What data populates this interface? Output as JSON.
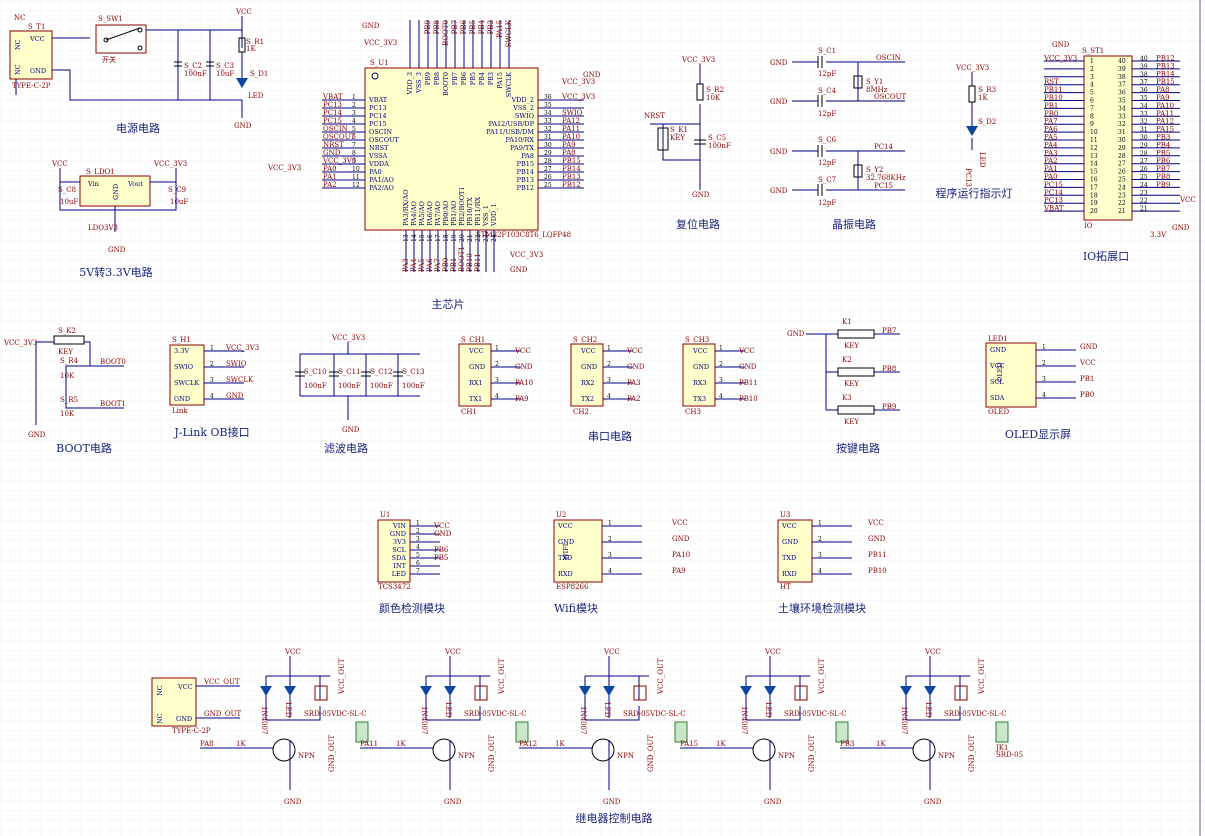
{
  "captions": {
    "power": "电源电路",
    "ldo": "5V转3.3V电路",
    "mcu": "主芯片",
    "reset": "复位电路",
    "crystal": "晶振电路",
    "indicator": "程序运行指示灯",
    "io": "IO拓展口",
    "boot": "BOOT电路",
    "jlink": "J-Link OB接口",
    "filter": "滤波电路",
    "uart": "串口电路",
    "keys": "按键电路",
    "oled": "OLED显示屏",
    "color": "颜色检测模块",
    "wifi": "Wifi模块",
    "soil": "土壤环境检测模块",
    "relay": "继电器控制电路"
  },
  "nets": {
    "vcc": "VCC",
    "gnd": "GND",
    "vcc3v3": "VCC_3V3",
    "vcc_out": "VCC_OUT",
    "gnd_out": "GND_OUT",
    "nrst": "NRST",
    "oscin": "OSCIN",
    "oscout": "OSCOUT",
    "pc14": "PC14",
    "pc15": "PC15",
    "swio": "SWIO",
    "swclk": "SWCLK",
    "boot0": "BOOT0",
    "boot1": "BOOT1",
    "v33": "3.3V",
    "npn": "NPN",
    "r1k": "1K"
  },
  "power": {
    "t1": "S_T1",
    "t1_type": "TYPE-C-2P",
    "t1_nc": "NC",
    "t1_vcc": "VCC",
    "t1_gnd": "GND",
    "sw1": "S_SW1",
    "sw1_label": "开关",
    "c2": "S_C2",
    "c2_val": "100nF",
    "c3": "S_C3",
    "c3_val": "10uF",
    "r1": "S_R1",
    "r1_val": "1K",
    "d1": "S_D1",
    "d1_val": "LED"
  },
  "ldo": {
    "name": "S_LDO1",
    "part": "LDO3V3",
    "vin": "Vin",
    "vout": "Vout",
    "gnd": "GND",
    "c8": "S_C8",
    "c8_val": "10uF",
    "c9": "S_C9",
    "c9_val": "10uF"
  },
  "mcu": {
    "ref": "S_U1",
    "part": "STM32F103C8T6_LQFP48",
    "top_pins": [
      "VDD_3",
      "VSS_3",
      "PB9",
      "PB8",
      "BOOT0",
      "PB7",
      "PB6",
      "PB5",
      "PB4",
      "PB3",
      "PA15",
      "SWCLK"
    ],
    "top_nets": [
      "",
      "",
      "PB9",
      "PB8",
      "BOOT0",
      "PB7",
      "PB6",
      "PB5",
      "PB4",
      "PB3",
      "PA15",
      "SWCLK"
    ],
    "left_pins": [
      "VBAT",
      "PC13",
      "PC14",
      "PC15",
      "OSCIN",
      "OSCOUT",
      "NRST",
      "VSSA",
      "VDDA",
      "PA0",
      "PA1/AO",
      "PA2/AO"
    ],
    "left_nets": [
      "VBAT",
      "PC13",
      "PC14",
      "PC15",
      "OSCIN",
      "OSCOUT",
      "NRST",
      "GND",
      "VCC_3V3",
      "PA0",
      "PA1",
      "PA2"
    ],
    "left_nums": [
      "1",
      "2",
      "3",
      "4",
      "5",
      "6",
      "7",
      "8",
      "9",
      "10",
      "11",
      "12"
    ],
    "right_pins": [
      "VDD_2",
      "VSS_2",
      "SWIO",
      "PA12/USB/DP",
      "PA11/USB/DM",
      "PA10/RX",
      "PA9/TX",
      "PA8",
      "PB15",
      "PB14",
      "PB13",
      "PB12"
    ],
    "right_nets": [
      "VCC_3V3",
      "",
      "SWIO",
      "PA12",
      "PA11",
      "PA10",
      "PA9",
      "PA8",
      "PB15",
      "PB14",
      "PB13",
      "PB12"
    ],
    "right_nums": [
      "36",
      "35",
      "34",
      "33",
      "32",
      "31",
      "30",
      "29",
      "28",
      "27",
      "26",
      "25"
    ],
    "bottom_pins": [
      "PA3/RX/AO",
      "PA4/AO",
      "PA5/AO",
      "PA6/AO",
      "PA7/AO",
      "PB0/AO",
      "PB1/AO",
      "PB2/BOOT1",
      "PB10/TX",
      "PB11/RX",
      "VSS_1",
      "VDD_1"
    ],
    "bottom_nets": [
      "PA3",
      "PA4",
      "PA5",
      "PA6",
      "PA7",
      "PB0",
      "PB1",
      "BOOT1",
      "PB10",
      "PB11",
      "",
      ""
    ],
    "bottom_nums": [
      "13",
      "14",
      "15",
      "16",
      "17",
      "18",
      "19",
      "20",
      "21",
      "22",
      "23",
      "24"
    ]
  },
  "reset": {
    "r2": "S_R2",
    "r2_val": "10K",
    "k1": "S_K1",
    "k1_val": "KEY",
    "c5": "S_C5",
    "c5_val": "100nF"
  },
  "crystal": {
    "c1": "S_C1",
    "c4": "S_C4",
    "c6": "S_C6",
    "c7": "S_C7",
    "c_val": "12pF",
    "y1": "S_Y1",
    "y1_val": "8MHz",
    "y2": "S_Y2",
    "y2_val": "32.768KHz"
  },
  "indicator": {
    "r3": "S_R3",
    "r3_val": "1K",
    "d2": "S_D2",
    "d2_val": "LED",
    "net": "PC13"
  },
  "io": {
    "ref": "S_ST1",
    "label": "IO",
    "left_nets": [
      "VCC_3V3",
      "",
      "",
      "RST",
      "PB11",
      "PB10",
      "PB1",
      "PB0",
      "PA7",
      "PA6",
      "PA5",
      "PA4",
      "PA3",
      "PA2",
      "PA1",
      "PA0",
      "PC15",
      "PC14",
      "PC13",
      "VBAT"
    ],
    "left_nums": [
      "1",
      "2",
      "3",
      "4",
      "5",
      "6",
      "7",
      "8",
      "9",
      "10",
      "11",
      "12",
      "13",
      "14",
      "15",
      "16",
      "17",
      "18",
      "19",
      "20"
    ],
    "right_nums": [
      "40",
      "39",
      "38",
      "37",
      "36",
      "35",
      "34",
      "33",
      "32",
      "31",
      "30",
      "29",
      "28",
      "27",
      "26",
      "25",
      "24",
      "23",
      "22",
      "21"
    ],
    "right_nets": [
      "PB12",
      "PB13",
      "PB14",
      "PB15",
      "PA8",
      "PA9",
      "PA10",
      "PA11",
      "PA12",
      "PA15",
      "PB3",
      "PB4",
      "PB5",
      "PB6",
      "PB7",
      "PB8",
      "PB9",
      "",
      "",
      ""
    ],
    "bottom_net": "3.3V"
  },
  "boot": {
    "k2": "S_K2",
    "k2_val": "KEY",
    "r4": "S_R4",
    "r4_val": "10K",
    "r5": "S_R5",
    "r5_val": "10K"
  },
  "jlink": {
    "ref": "S_H1",
    "label": "Link",
    "pins": [
      "3.3V",
      "SWIO",
      "SWCLK",
      "GND"
    ],
    "nets": [
      "VCC_3V3",
      "SWIO",
      "SWCLK",
      "GND"
    ]
  },
  "filter": {
    "caps": [
      {
        "ref": "S_C10",
        "val": "100nF"
      },
      {
        "ref": "S_C11",
        "val": "100nF"
      },
      {
        "ref": "S_C12",
        "val": "100nF"
      },
      {
        "ref": "S_C13",
        "val": "100nF"
      }
    ]
  },
  "uart": [
    {
      "ref": "S_CH1",
      "label": "CH1",
      "pins": [
        "VCC",
        "GND",
        "RX1",
        "TX1"
      ],
      "nets": [
        "VCC",
        "GND",
        "PA10",
        "PA9"
      ]
    },
    {
      "ref": "S_CH2",
      "label": "CH2",
      "pins": [
        "VCC",
        "GND",
        "RX2",
        "TX2"
      ],
      "nets": [
        "VCC",
        "GND",
        "PA3",
        "PA2"
      ]
    },
    {
      "ref": "S_CH3",
      "label": "CH3",
      "pins": [
        "VCC",
        "GND",
        "RX3",
        "TX3"
      ],
      "nets": [
        "VCC",
        "GND",
        "PB11",
        "PB10"
      ]
    }
  ],
  "keys": [
    {
      "ref": "K1",
      "val": "KEY",
      "net": "PB7"
    },
    {
      "ref": "K2",
      "val": "KEY",
      "net": "PB8"
    },
    {
      "ref": "K3",
      "val": "KEY",
      "net": "PB9"
    }
  ],
  "oled": {
    "ref": "LED1",
    "label": "OLED",
    "text": "OLED",
    "pins": [
      "GND",
      "VCC",
      "SCL",
      "SDA"
    ],
    "nets": [
      "GND",
      "VCC",
      "PB1",
      "PB0"
    ]
  },
  "color": {
    "ref": "U1",
    "part": "TCS3472",
    "pins": [
      "VIN",
      "GND",
      "3V3",
      "SCL",
      "SDA",
      "INT",
      "LED"
    ],
    "nets": [
      "VCC",
      "GND",
      "",
      "PB6",
      "PB5",
      "",
      ""
    ]
  },
  "wifi": {
    "ref": "U2",
    "part": "ESP8266",
    "text": "WIFI",
    "pins": [
      "VCC",
      "GND",
      "TXD",
      "RXD"
    ],
    "nets": [
      "VCC",
      "GND",
      "PA10",
      "PA9"
    ]
  },
  "soil": {
    "ref": "U3",
    "part": "HT",
    "pins": [
      "VCC",
      "GND",
      "TXD",
      "RXD"
    ],
    "nets": [
      "VCC",
      "GND",
      "PB11",
      "PB10"
    ]
  },
  "relay_input": {
    "type": "TYPE-C-2P",
    "nc": "NC",
    "vcc": "VCC",
    "gnd": "GND",
    "out_vcc": "VCC_OUT",
    "out_gnd": "GND_OUT"
  },
  "relays": [
    {
      "net": "PA8",
      "relay": "SRD-05VDC-SL-C",
      "diode": "1N4007",
      "led": "LED",
      "jk": ""
    },
    {
      "net": "PA11",
      "relay": "SRD-05VDC-SL-C",
      "diode": "1N4007",
      "led": "LED",
      "jk": ""
    },
    {
      "net": "PA12",
      "relay": "SRD-05VDC-SL-C",
      "diode": "1N4007",
      "led": "LED",
      "jk": ""
    },
    {
      "net": "PA15",
      "relay": "SRD-05VDC-SL-C",
      "diode": "1N4007",
      "led": "LED",
      "jk": ""
    },
    {
      "net": "PB3",
      "relay": "SRD-05VDC-SL-C",
      "diode": "1N4007",
      "led": "LED",
      "jk": "JK1"
    }
  ],
  "relay_extra": {
    "relay_short": "SRD-05",
    "net_last": "PB3"
  }
}
